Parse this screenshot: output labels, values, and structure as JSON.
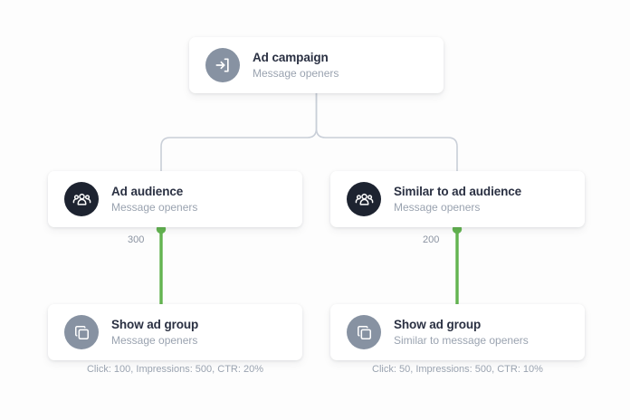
{
  "theme": {
    "background": "#fdfdfd",
    "card_background": "#ffffff",
    "title_color": "#2a3042",
    "subtitle_color": "#9aa3b0",
    "connector_color": "#c9cfd8",
    "active_edge_color": "#63b450",
    "icon_gray": "#8792a2",
    "icon_dark": "#1d2330"
  },
  "flow": {
    "root": {
      "title": "Ad campaign",
      "subtitle": "Message openers",
      "icon": "login-arrow-icon"
    },
    "branches": [
      {
        "audience": {
          "title": "Ad audience",
          "subtitle": "Message openers",
          "icon": "people-group-icon"
        },
        "edge": {
          "value": "300",
          "color": "#63b450"
        },
        "group": {
          "title": "Show ad group",
          "subtitle": "Message openers",
          "icon": "layers-icon"
        },
        "stats": "Click: 100, Impressions: 500, CTR: 20%"
      },
      {
        "audience": {
          "title": "Similar to ad audience",
          "subtitle": "Message openers",
          "icon": "people-group-icon"
        },
        "edge": {
          "value": "200",
          "color": "#63b450"
        },
        "group": {
          "title": "Show ad group",
          "subtitle": "Similar to message openers",
          "icon": "layers-icon"
        },
        "stats": "Click: 50, Impressions: 500, CTR: 10%"
      }
    ]
  }
}
